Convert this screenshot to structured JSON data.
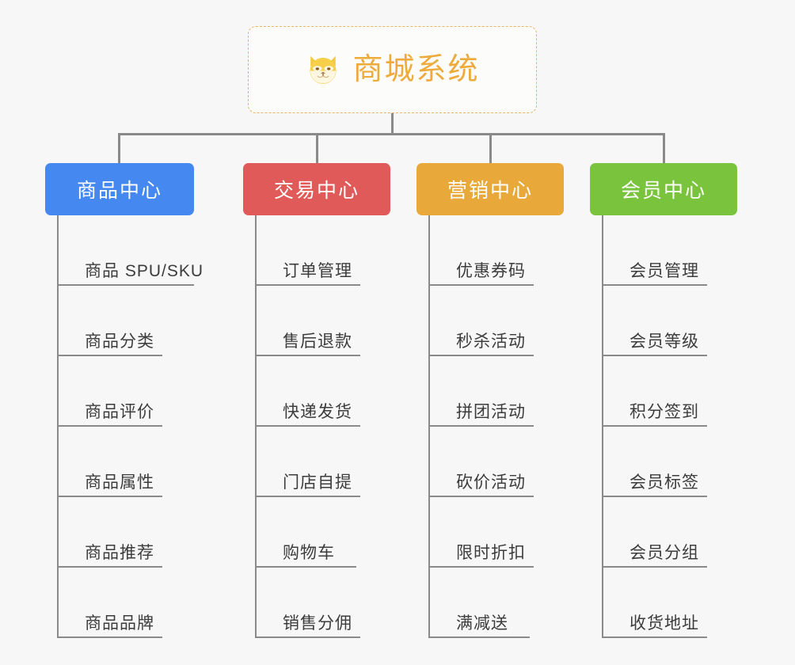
{
  "background_color": "#f7f7f7",
  "root": {
    "title": "商城系统",
    "icon": "shiba-dog-face-icon",
    "border_color": "#e7b55e",
    "text_color": "#edab3c"
  },
  "connector_color": "#8a8a8a",
  "columns": [
    {
      "title": "商品中心",
      "color": "#4588f0",
      "items": [
        "商品 SPU/SKU",
        "商品分类",
        "商品评价",
        "商品属性",
        "商品推荐",
        "商品品牌"
      ]
    },
    {
      "title": "交易中心",
      "color": "#e15a5a",
      "items": [
        "订单管理",
        "售后退款",
        "快递发货",
        "门店自提",
        "购物车",
        "销售分佣"
      ]
    },
    {
      "title": "营销中心",
      "color": "#e9a93a",
      "items": [
        "优惠券码",
        "秒杀活动",
        "拼团活动",
        "砍价活动",
        "限时折扣",
        "满减送"
      ]
    },
    {
      "title": "会员中心",
      "color": "#79c33d",
      "items": [
        "会员管理",
        "会员等级",
        "积分签到",
        "会员标签",
        "会员分组",
        "收货地址"
      ]
    }
  ]
}
